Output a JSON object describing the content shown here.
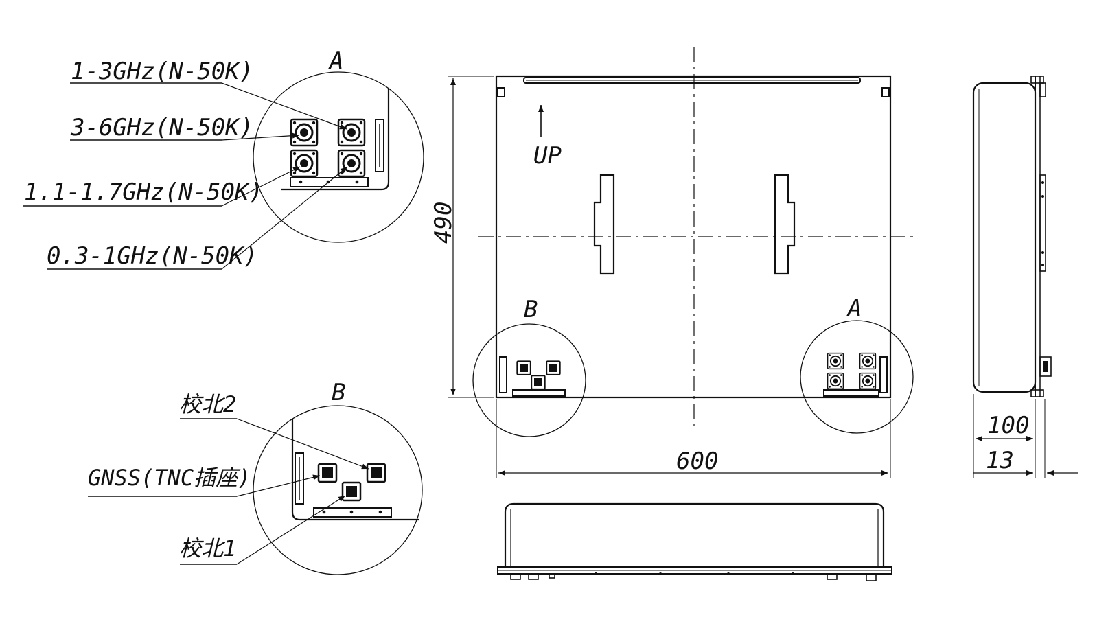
{
  "detail_a": {
    "letter": "A",
    "callouts": [
      "1-3GHz(N-50K)",
      "3-6GHz(N-50K)",
      "1.1-1.7GHz(N-50K)",
      "0.3-1GHz(N-50K)"
    ]
  },
  "detail_b": {
    "letter": "B",
    "callouts": [
      "校北2",
      "GNSS(TNC插座)",
      "校北1"
    ]
  },
  "front_view": {
    "up_label": "UP",
    "detail_a_letter": "A",
    "detail_b_letter": "B"
  },
  "dimensions": {
    "height": "490",
    "width": "600",
    "depth": "100",
    "bracket": "13"
  }
}
